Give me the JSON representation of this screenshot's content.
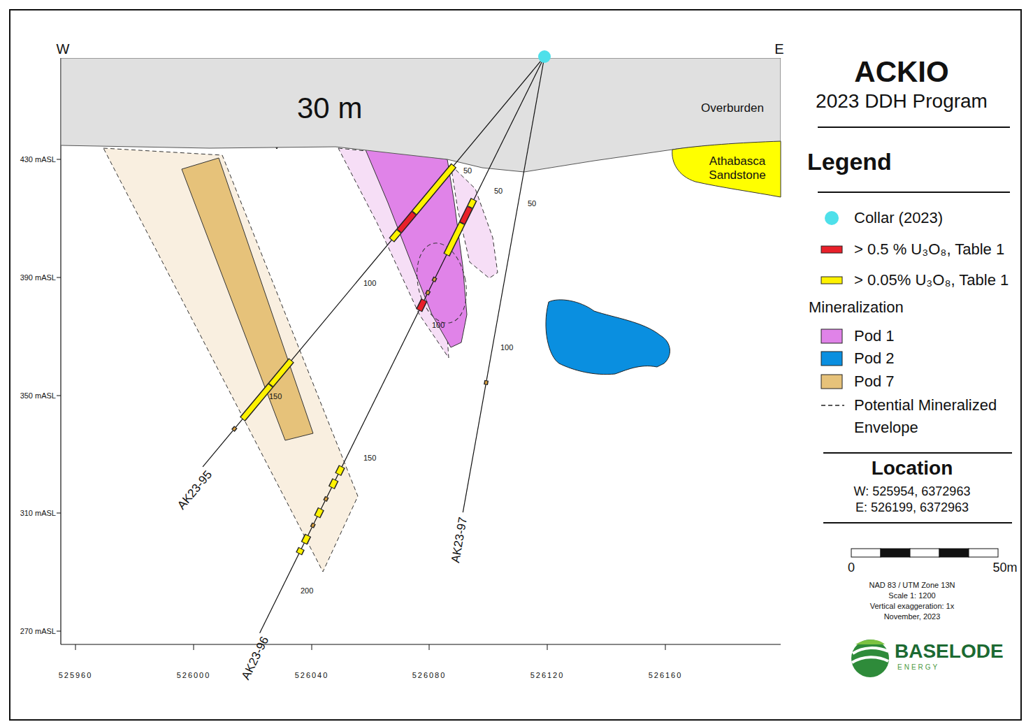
{
  "diagram": {
    "title": "ACKIO",
    "nodes": [
      {
        "text": [
          "Overburden"
        ]
      },
      {
        "text": [
          "Athabasca Sandstone"
        ]
      }
    ],
    "edges": [],
    "labels": [
      "2023 DDH Program",
      "W",
      "E",
      "30 m",
      "430 mASL",
      "390 mASL",
      "350 mASL",
      "310 mASL",
      "270 mASL",
      "525960",
      "526000",
      "526040",
      "526080",
      "526120",
      "526160",
      "50",
      "100",
      "150",
      "AK23-95",
      "50",
      "100",
      "150",
      "200",
      "AK23-96",
      "50",
      "100",
      "AK23-97",
      "Legend",
      "Mineralization",
      "Location",
      "W: 525954, 6372963",
      "E: 526199, 6372963",
      "0",
      "50m",
      "NAD 83 / UTM Zone 13N",
      "Scale 1: 1200",
      "Vertical exaggeration: 1x",
      "November, 2023",
      "BASELODE",
      "ENERGY"
    ],
    "legend": [
      {
        "text": "Collar (2023)",
        "color": "#4ee0ea"
      },
      {
        "text": "> 0.5 % U₃O₈, Table 1",
        "color": "#e8202a"
      },
      {
        "text": "> 0.05% U₃O₈, Table 1",
        "color": "#fff200"
      },
      {
        "text": "Pod 1",
        "color": "#e083e8"
      },
      {
        "text": "Pod 2",
        "color": "#0a8fe0"
      },
      {
        "text": "Pod 7",
        "color": "#e6c27a"
      },
      {
        "text": "Potential Mineralized Envelope"
      }
    ]
  }
}
